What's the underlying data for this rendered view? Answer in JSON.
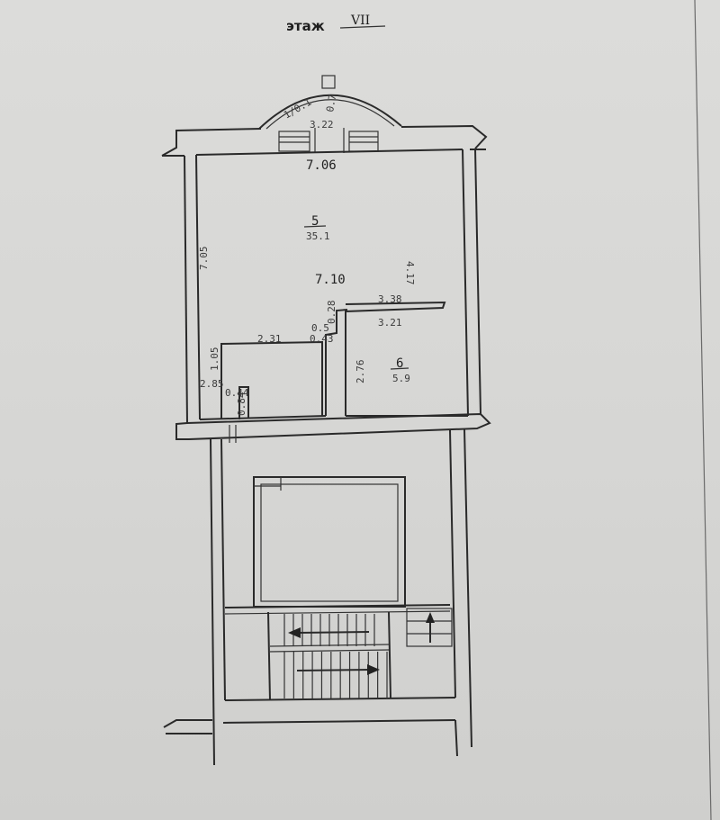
{
  "header": {
    "floor_label": "этаж",
    "floor_number": "VII"
  },
  "rooms": [
    {
      "id": "5",
      "number": "5",
      "area": "35.1"
    },
    {
      "id": "6",
      "number": "6",
      "area": "5.9"
    }
  ],
  "dimensions": {
    "bay_arc": "1/0.1",
    "bay_vertical": "0.7",
    "bay_width": "3.22",
    "top_width": "7.06",
    "left_height": "7.05",
    "right_height": "4.17",
    "room_length": "7.10",
    "room6_top": "3.38",
    "room6_bottom": "3.21",
    "room6_height": "2.76",
    "step_width": "2.31",
    "step_height": "1.05",
    "small_a": "0.5",
    "small_b": "0.43",
    "small_c": "0.28",
    "niche_a": "0.44",
    "niche_b": "0.84",
    "niche_c": "2.85"
  }
}
